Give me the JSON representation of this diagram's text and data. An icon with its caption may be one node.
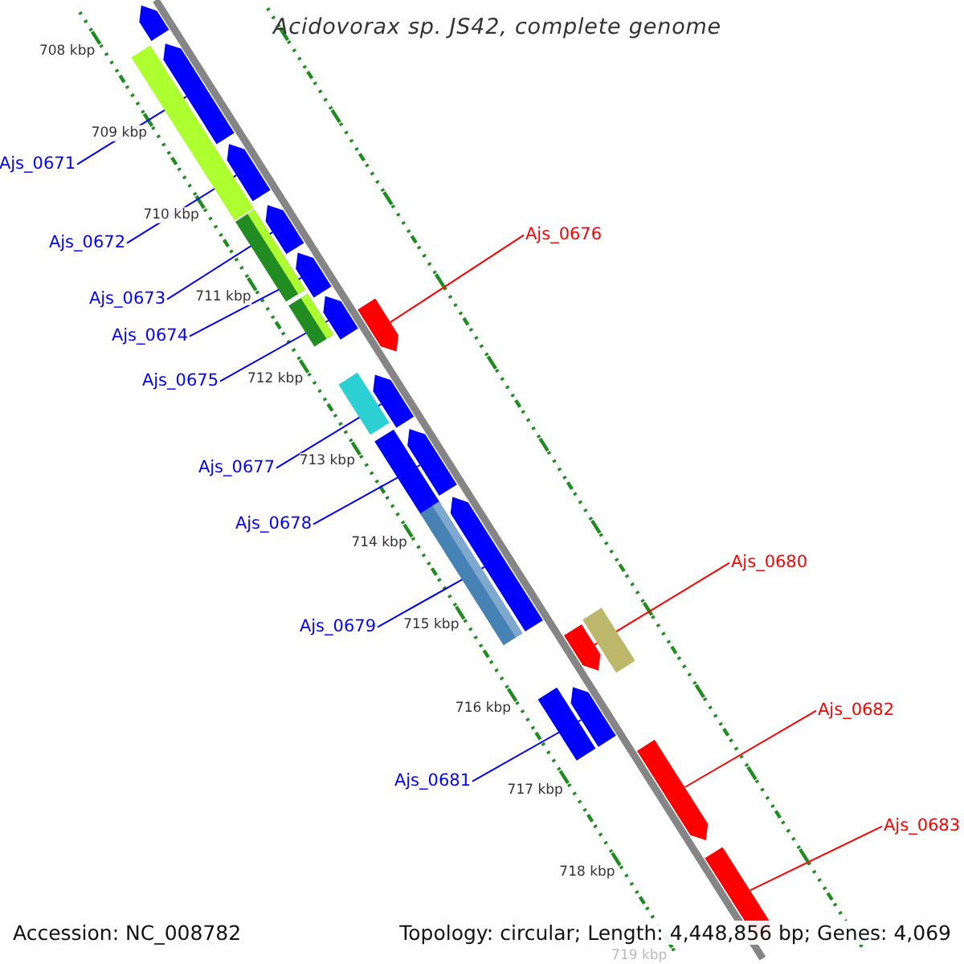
{
  "diagram": {
    "title": "Acidovorax sp. JS42, complete genome",
    "nodes": [
      {
        "text": [
          "Ajs_0671"
        ]
      },
      {
        "text": [
          "Ajs_0676"
        ]
      },
      {
        "text": [
          "Ajs_0672"
        ]
      },
      {
        "text": [
          "Ajs_0673"
        ]
      },
      {
        "text": [
          "Ajs_0674"
        ]
      },
      {
        "text": [
          "Ajs_0675"
        ]
      },
      {
        "text": [
          "Ajs_0677"
        ]
      },
      {
        "text": [
          "Ajs_0678"
        ]
      },
      {
        "text": [
          "Ajs_0680"
        ]
      },
      {
        "text": [
          "Ajs_0679"
        ]
      },
      {
        "text": [
          "Ajs_0682"
        ]
      },
      {
        "text": [
          "Ajs_0681"
        ]
      },
      {
        "text": [
          "Ajs_0683"
        ]
      },
      {
        "text": [],
        "shape": "arrow"
      },
      {
        "text": [],
        "shape": "bar"
      },
      {
        "text": [],
        "shape": "arrow"
      },
      {
        "text": [],
        "shape": "arrow"
      },
      {
        "text": [],
        "shape": "arrow"
      },
      {
        "text": [],
        "shape": "bar"
      },
      {
        "text": [],
        "shape": "arrow"
      },
      {
        "text": [],
        "shape": "bar"
      },
      {
        "text": [],
        "shape": "arrow"
      },
      {
        "text": [],
        "shape": "arrow"
      },
      {
        "text": [],
        "shape": "bar"
      },
      {
        "text": [],
        "shape": "arrow"
      },
      {
        "text": [],
        "shape": "bar"
      },
      {
        "text": [],
        "shape": "arrow"
      },
      {
        "text": [],
        "shape": "bar"
      },
      {
        "text": [],
        "shape": "arrow"
      },
      {
        "text": [],
        "shape": "arrow"
      },
      {
        "text": [],
        "shape": "bar"
      },
      {
        "text": [],
        "shape": "bar"
      },
      {
        "text": [],
        "shape": "arrow"
      },
      {
        "text": [],
        "shape": "arrow"
      },
      {
        "text": [],
        "shape": "arrow"
      }
    ],
    "edges": [
      {
        "from": 0,
        "to": 15,
        "arrow": "none"
      },
      {
        "from": 1,
        "to": 22,
        "arrow": "none",
        "color": "#ff0000"
      },
      {
        "from": 2,
        "to": 16,
        "arrow": "none"
      },
      {
        "from": 3,
        "to": 17,
        "arrow": "none"
      },
      {
        "from": 4,
        "to": 19,
        "arrow": "none"
      },
      {
        "from": 5,
        "to": 21,
        "arrow": "none"
      },
      {
        "from": 6,
        "to": 24,
        "arrow": "none"
      },
      {
        "from": 7,
        "to": 26,
        "arrow": "none"
      },
      {
        "from": 8,
        "to": 29,
        "arrow": "none",
        "color": "#ff0000"
      },
      {
        "from": 9,
        "to": 28,
        "arrow": "none"
      },
      {
        "from": 10,
        "to": 33,
        "arrow": "none",
        "color": "#ff0000"
      },
      {
        "from": 11,
        "to": 32,
        "arrow": "none"
      },
      {
        "from": 12,
        "to": 34,
        "arrow": "none",
        "color": "#ff0000"
      }
    ],
    "labels": [
      "708 kbp",
      "709 kbp",
      "710 kbp",
      "711 kbp",
      "712 kbp",
      "713 kbp",
      "714 kbp",
      "715 kbp",
      "716 kbp",
      "717 kbp",
      "718 kbp",
      "719 kbp",
      "Accession: NC_008782",
      "Topology: circular; Length: 4,448,856 bp; Genes: 4,069"
    ]
  }
}
